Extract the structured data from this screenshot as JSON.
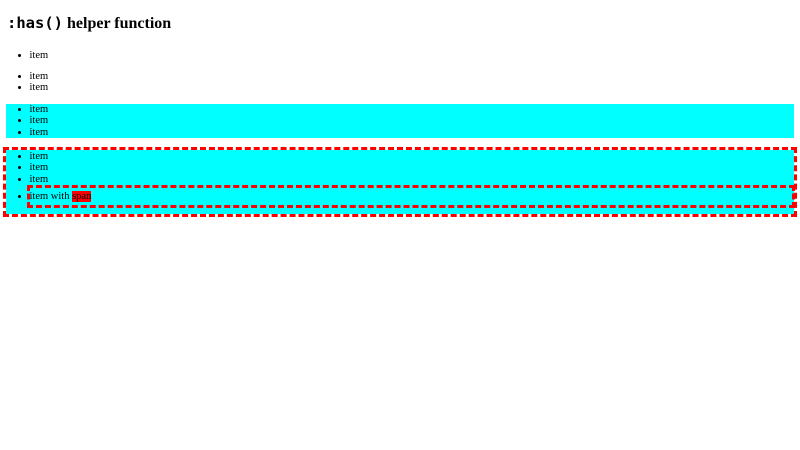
{
  "page": {
    "title": {
      "code": ":has()",
      "rest": " helper function"
    }
  },
  "lists": [
    {
      "name": "list-1",
      "highlighted": false,
      "outlined": false,
      "items": [
        "item"
      ]
    },
    {
      "name": "list-2",
      "highlighted": false,
      "outlined": false,
      "items": [
        "item",
        "item"
      ]
    },
    {
      "name": "list-3",
      "highlighted": true,
      "outlined": false,
      "items": [
        "item",
        "item",
        "item"
      ]
    },
    {
      "name": "list-4",
      "highlighted": true,
      "outlined": true,
      "items": [
        "item",
        "item",
        "item"
      ],
      "special_item": {
        "prefix": "item with ",
        "span": "span"
      }
    }
  ],
  "colors": {
    "highlight": "#00ffff",
    "outline": "#ff0000",
    "span_bg": "#ff0000",
    "span_text": "#000000",
    "text": "#000000",
    "page_background": "#ffffff"
  }
}
